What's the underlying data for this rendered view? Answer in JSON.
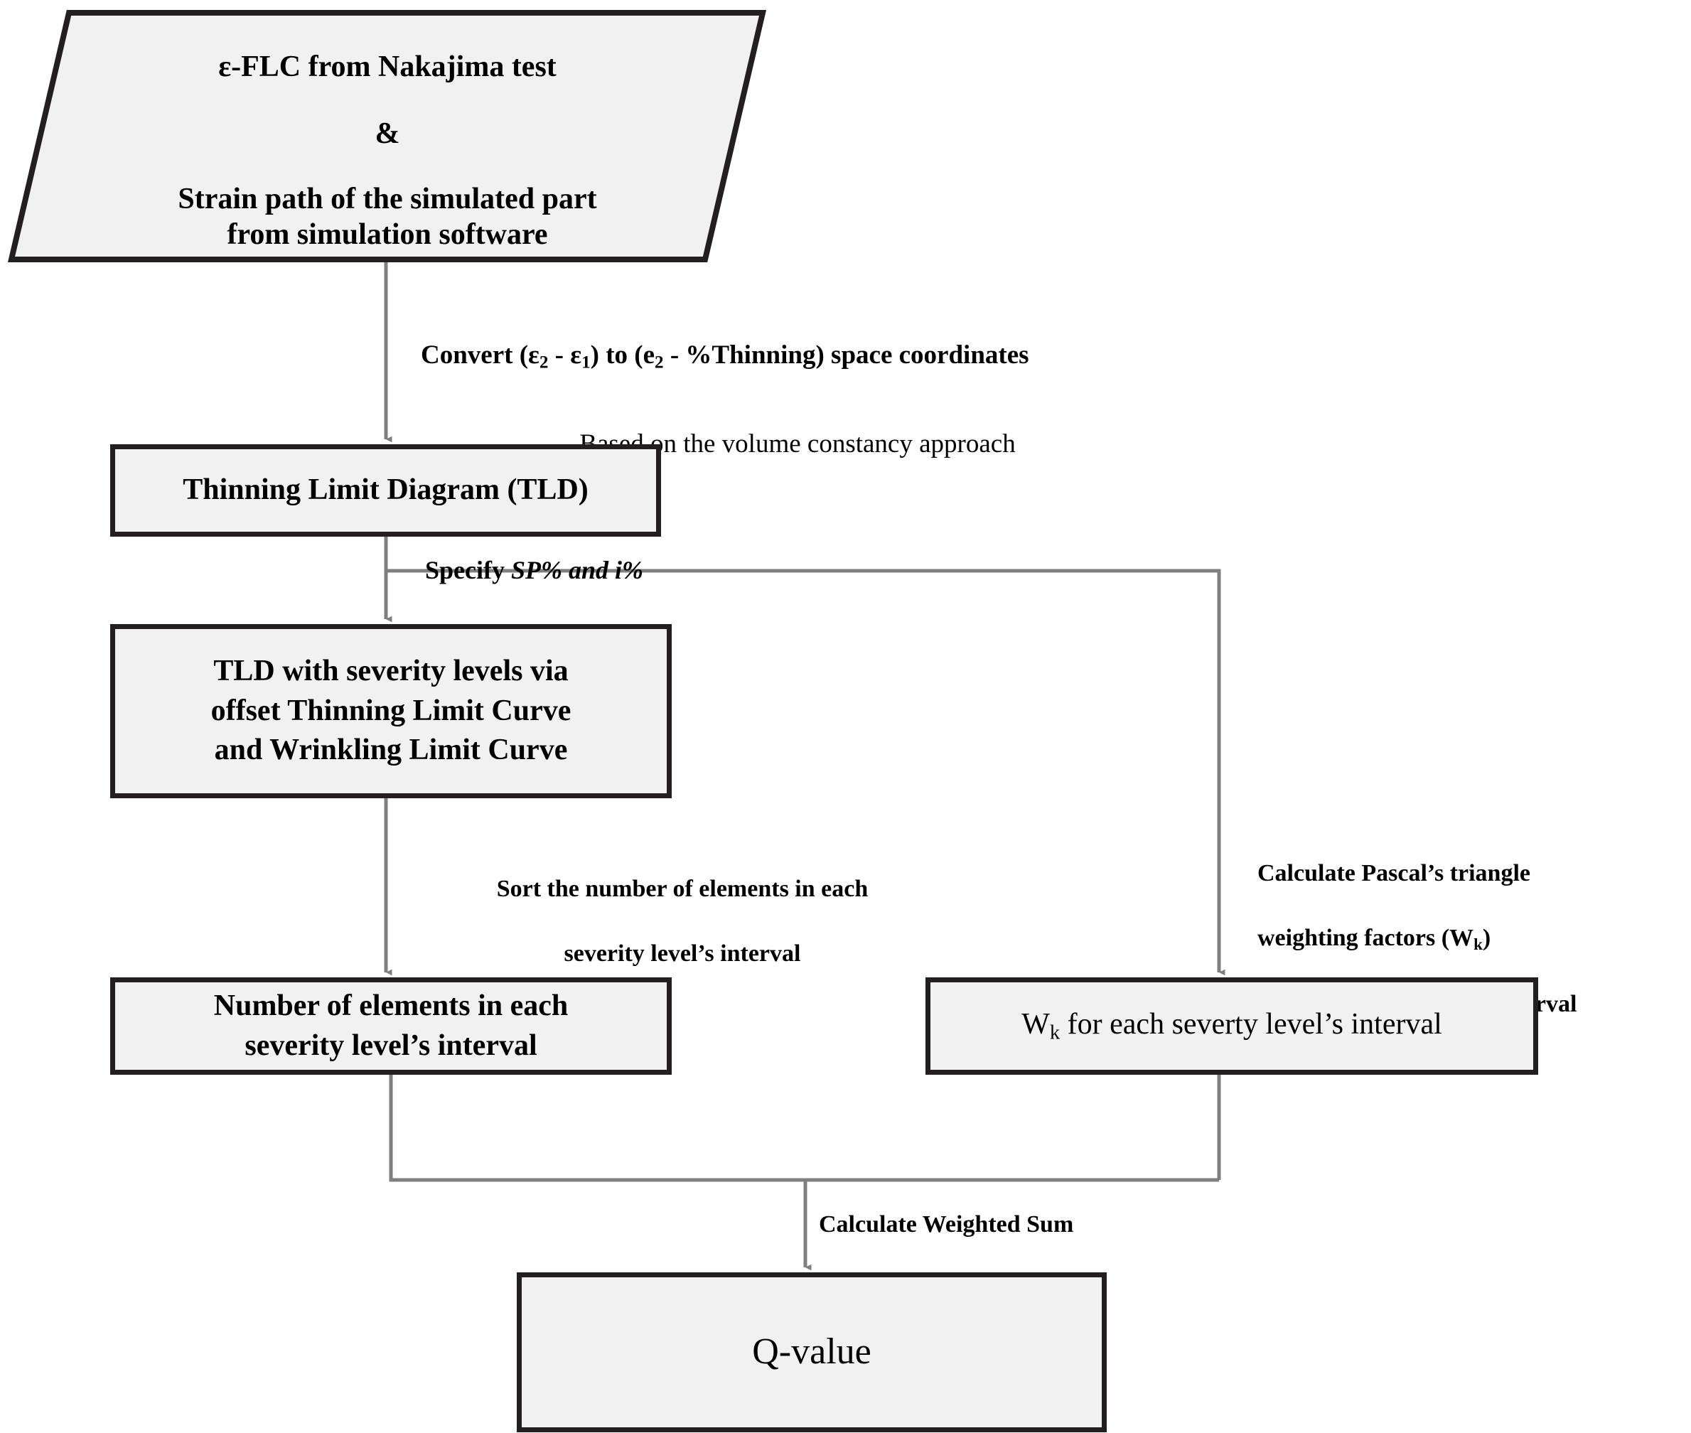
{
  "diagram": {
    "title": "Q-value computation flowchart",
    "colors": {
      "node_fill": "#f1f1f1",
      "node_border": "#231f20",
      "edge_line": "#7f7f7f",
      "text": "#000000",
      "background": "#ffffff"
    },
    "nodes": {
      "input": {
        "shape": "parallelogram",
        "line1": "ε-FLC from Nakajima test",
        "line2": "&",
        "line3": "Strain path of the simulated part",
        "line4": "from simulation software"
      },
      "tld": {
        "shape": "rectangle",
        "label": "Thinning Limit Diagram (TLD)"
      },
      "tld_severity": {
        "shape": "rectangle",
        "line1": "TLD with severity levels via",
        "line2": "offset Thinning Limit Curve",
        "line3": "and Wrinkling Limit Curve"
      },
      "num_elements": {
        "shape": "rectangle",
        "line1": "Number of elements in each",
        "line2": "severity level’s interval"
      },
      "wk": {
        "shape": "rectangle",
        "prefix": "W",
        "subscript": "k",
        "suffix": " for each severty level’s interval"
      },
      "qvalue": {
        "shape": "rectangle",
        "label": "Q-value"
      }
    },
    "edge_labels": {
      "convert": {
        "bold_pre": "Convert (ε",
        "bold_sub1": "2",
        "bold_mid": " - ε",
        "bold_sub2": "1",
        "bold_mid2": ")  to  (e",
        "bold_sub3": "2",
        "bold_post": " - %Thinning) space coordinates",
        "sub_line": "Based on the volume constancy approach"
      },
      "specify": {
        "bold": "Specify ",
        "italic": "SP% and i%"
      },
      "sort": {
        "line1": "Sort the number of elements in each",
        "line2": "severity level’s interval"
      },
      "pascal": {
        "line1": "Calculate Pascal’s triangle",
        "line2_pre": "weighting factors (W",
        "line2_sub": "k",
        "line2_post": ")",
        "line3": "for each severty level’s interval"
      },
      "weighted_sum": "Calculate Weighted Sum"
    }
  }
}
